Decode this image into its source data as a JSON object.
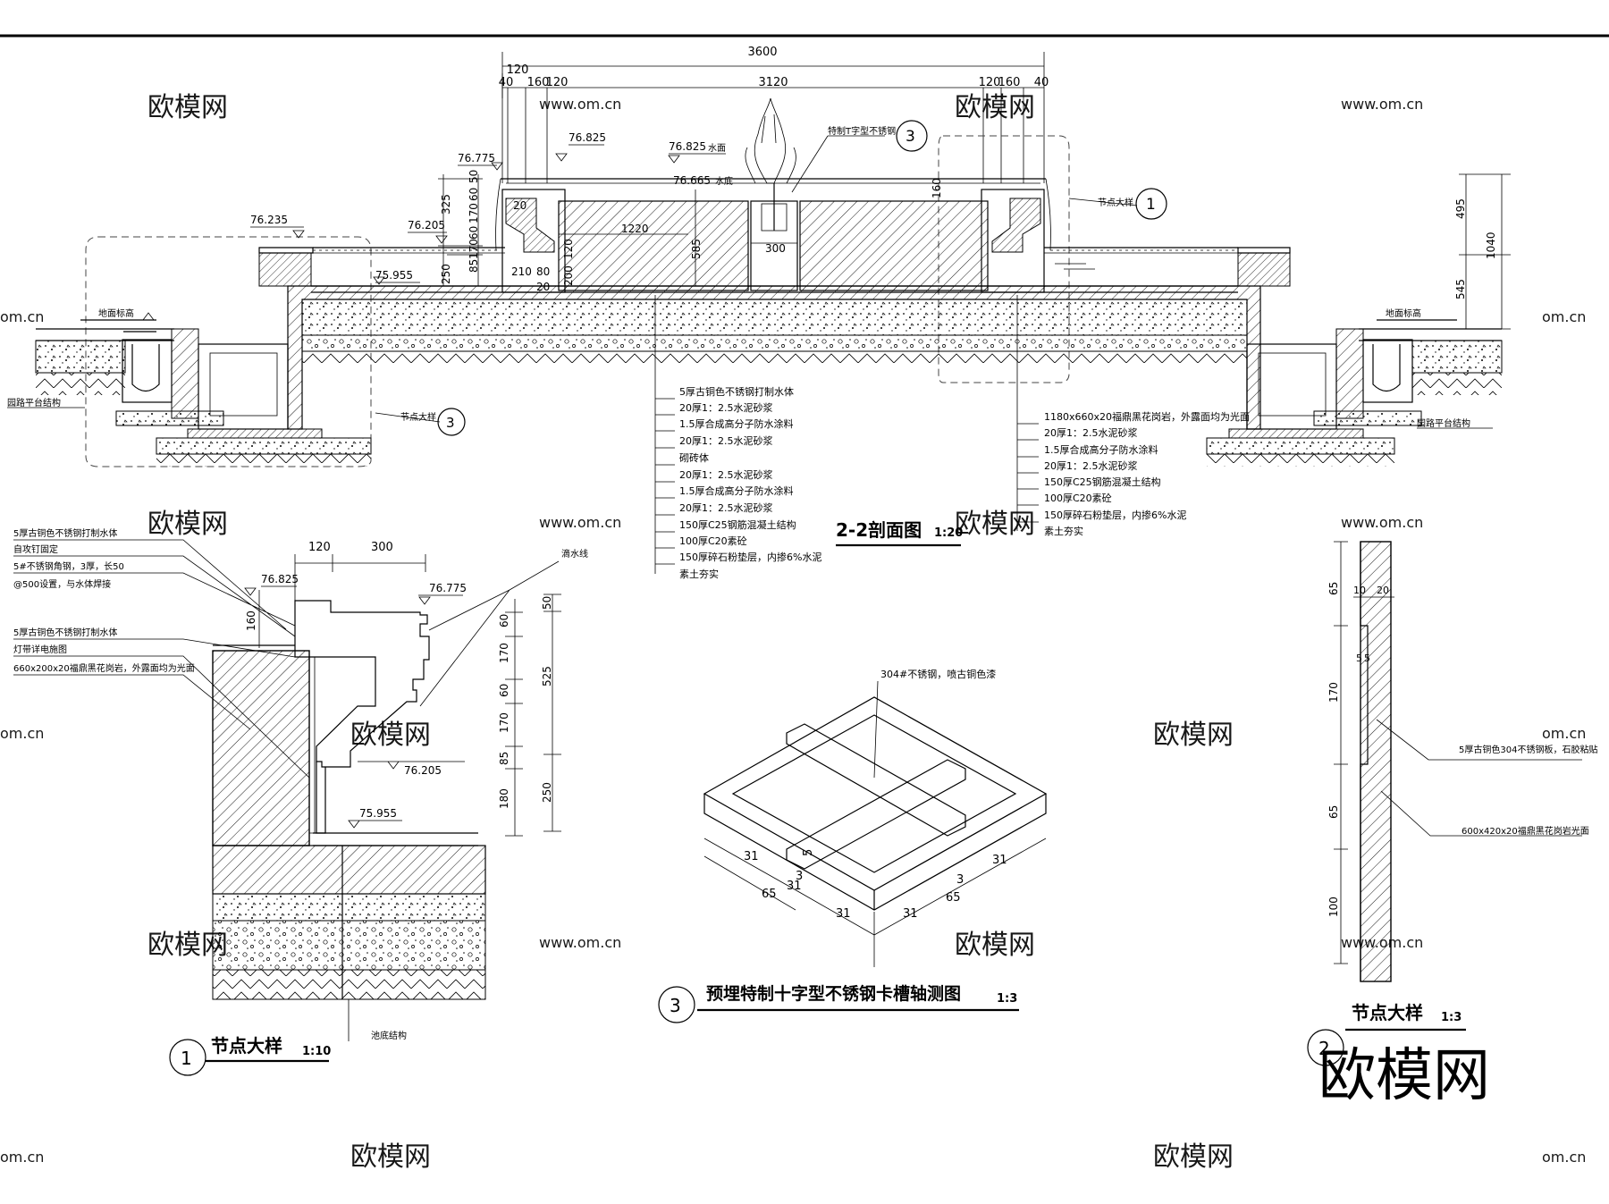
{
  "section_2_2": {
    "title": "2-2剖面图",
    "scale": "1:20",
    "dims_top": [
      "3600",
      "120",
      "40",
      "160",
      "120",
      "3120",
      "120",
      "160",
      "40"
    ],
    "dims_inner": [
      "1220",
      "300",
      "210",
      "80",
      "20",
      "20",
      "160",
      "585",
      "200",
      "120"
    ],
    "dims_left_vertical": [
      "325",
      "250",
      "50",
      "60",
      "170",
      "60",
      "170",
      "85"
    ],
    "dims_right_vertical": [
      "495",
      "1040",
      "545"
    ],
    "elevations": [
      "76.825",
      "76.825",
      "76.665",
      "76.775",
      "76.235",
      "76.205",
      "75.955"
    ],
    "water_top_label": "水面",
    "water_bottom_label": "水底",
    "special_profile_label": "特制T字型不锈钢",
    "detail_ref_1": "节点大样",
    "detail_ref_3": "节点大样",
    "ground_left": "地面标高",
    "ground_right": "地面标高",
    "road_left": "园路平台结构",
    "road_right": "园路平台结构",
    "layers_center": [
      "5厚古铜色不锈钢打制水体",
      "20厚1：2.5水泥砂浆",
      "1.5厚合成高分子防水涂料",
      "20厚1：2.5水泥砂浆",
      "砌砖体",
      "20厚1：2.5水泥砂浆",
      "1.5厚合成高分子防水涂料",
      "20厚1：2.5水泥砂浆",
      "150厚C25钢筋混凝土结构",
      "100厚C20素砼",
      "150厚碎石粉垫层，内掺6%水泥",
      "素土夯实"
    ],
    "layers_right": [
      "1180x660x20福鼎黑花岗岩，外露面均为光面",
      "20厚1：2.5水泥砂浆",
      "1.5厚合成高分子防水涂料",
      "20厚1：2.5水泥砂浆",
      "150厚C25钢筋混凝土结构",
      "100厚C20素砼",
      "150厚碎石粉垫层，内掺6%水泥",
      "素土夯实"
    ]
  },
  "detail_1": {
    "title": "节点大样",
    "scale": "1:10",
    "number": "1",
    "notes": [
      "5厚古铜色不锈钢打制水体",
      "自攻钉固定",
      "5#不锈钢角钢，3厚，长50",
      "@500设置，与水体焊接",
      "5厚古铜色不锈钢打制水体",
      "灯带详电施图",
      "660x200x20福鼎黑花岗岩，外露面均为光面"
    ],
    "drip_line": "滴水线",
    "pool_structure": "池底结构",
    "dims_top": [
      "120",
      "300"
    ],
    "dims_left": [
      "160"
    ],
    "dims_right_a": [
      "60",
      "170",
      "60",
      "170",
      "85",
      "180"
    ],
    "dims_right_b": [
      "50",
      "525",
      "250"
    ],
    "elevations": [
      "76.825",
      "76.775",
      "76.205",
      "75.955"
    ]
  },
  "detail_3": {
    "title": "预埋特制十字型不锈钢卡槽轴测图",
    "scale": "1:3",
    "number": "3",
    "note": "304#不锈钢，喷古铜色漆",
    "dims": [
      "31",
      "31",
      "65",
      "31",
      "31",
      "65",
      "3",
      "5",
      "31",
      "3"
    ]
  },
  "detail_2": {
    "title": "节点大样",
    "scale": "1:3",
    "number": "2",
    "dims_top": [
      "10",
      "20"
    ],
    "dims_left": [
      "65",
      "170",
      "65",
      "100"
    ],
    "small_dims": [
      "5",
      "5"
    ],
    "notes": [
      "5厚古铜色304不锈钢板，石胶粘贴",
      "600x420x20福鼎黑花岗岩光面"
    ]
  },
  "watermarks": {
    "brand": "欧模网",
    "url": "www.om.cn",
    "url_short": "om.cn",
    "big": "欧模网"
  }
}
